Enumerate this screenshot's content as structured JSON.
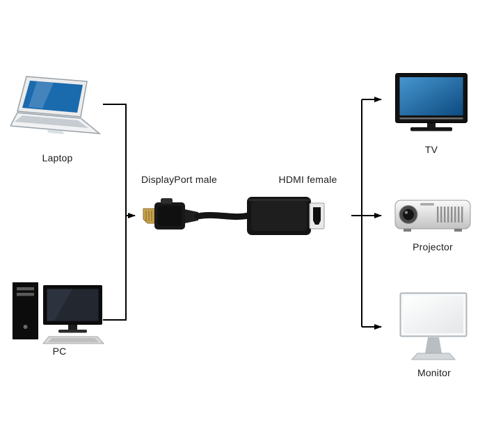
{
  "labels": {
    "laptop": "Laptop",
    "pc": "PC",
    "tv": "TV",
    "projector": "Projector",
    "monitor": "Monitor",
    "dp_male": "DisplayPort male",
    "hdmi_female": "HDMI female"
  },
  "colors": {
    "line": "#000000",
    "laptop_screen": "#1a6aae",
    "tv_screen": "#2378b8",
    "connector_gold": "#c9a44c",
    "device_black": "#141414",
    "background": "#ffffff"
  }
}
